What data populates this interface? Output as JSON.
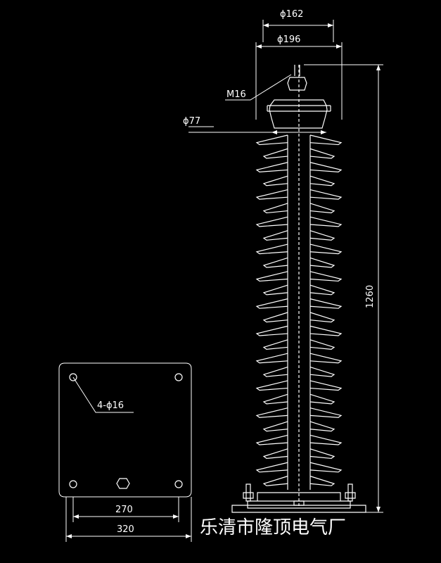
{
  "drawing": {
    "dims": {
      "top_diameter": "ϕ162",
      "cap_diameter": "ϕ196",
      "bolt": "M16",
      "body_diameter": "ϕ77",
      "height": "1260",
      "holes": "4-ϕ16",
      "hole_spacing": "270",
      "base_width": "320"
    },
    "shed_count": 26,
    "caption": "乐清市隆顶电气厂"
  },
  "colors": {
    "background": "#000000",
    "lines": "#ffffff"
  }
}
